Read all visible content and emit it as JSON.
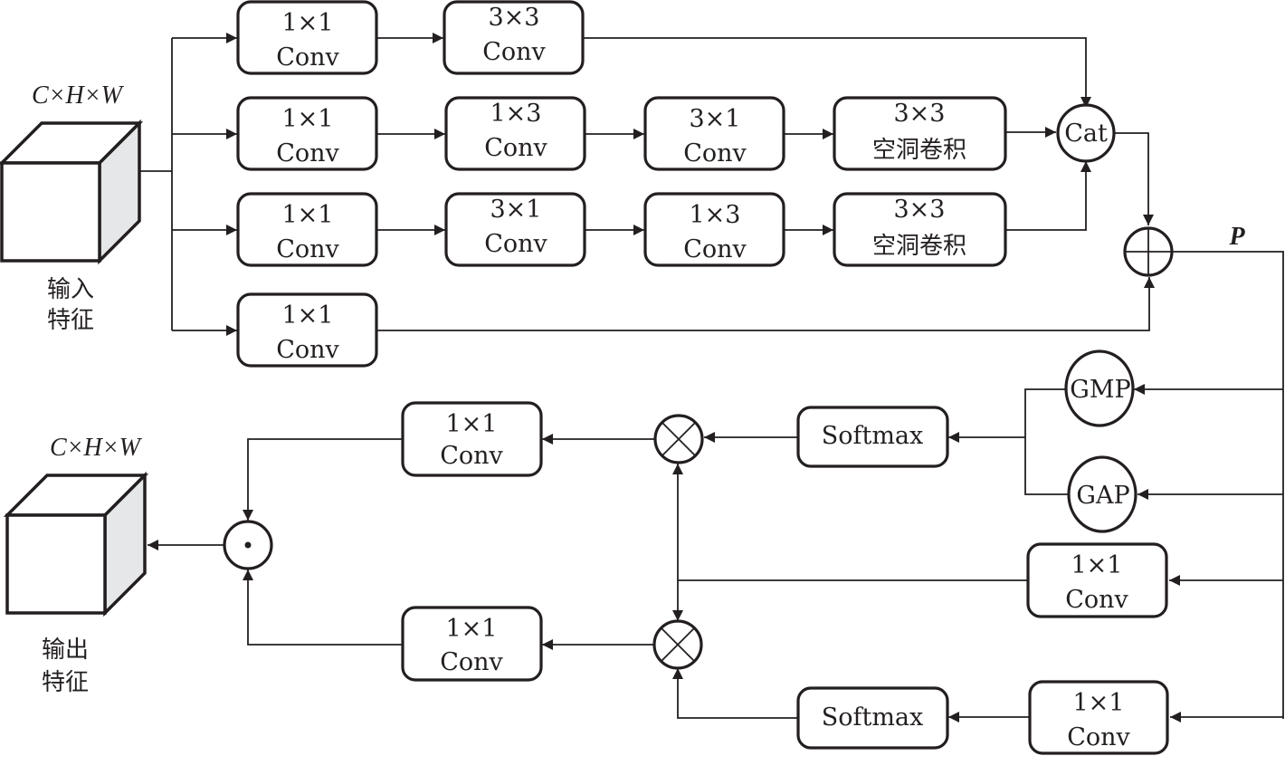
{
  "diagram": {
    "input": {
      "dims": "C×H×W",
      "label_line1": "输入",
      "label_line2": "特征"
    },
    "output": {
      "dims": "C×H×W",
      "label_line1": "输出",
      "label_line2": "特征"
    },
    "branch1": {
      "conv1": {
        "line1": "1×1",
        "line2": "Conv"
      },
      "conv2": {
        "line1": "3×3",
        "line2": "Conv"
      }
    },
    "branch2": {
      "conv1": {
        "line1": "1×1",
        "line2": "Conv"
      },
      "conv2": {
        "line1": "1×3",
        "line2": "Conv"
      },
      "conv3": {
        "line1": "3×1",
        "line2": "Conv"
      },
      "conv4": {
        "line1": "3×3",
        "line2": "空洞卷积"
      }
    },
    "branch3": {
      "conv1": {
        "line1": "1×1",
        "line2": "Conv"
      },
      "conv2": {
        "line1": "3×1",
        "line2": "Conv"
      },
      "conv3": {
        "line1": "1×3",
        "line2": "Conv"
      },
      "conv4": {
        "line1": "3×3",
        "line2": "空洞卷积"
      }
    },
    "branch4": {
      "conv1": {
        "line1": "1×1",
        "line2": "Conv"
      }
    },
    "cat": "Cat",
    "p_label": "P",
    "gmp": "GMP",
    "gap": "GAP",
    "softmax_top": "Softmax",
    "softmax_bottom": "Softmax",
    "attn_conv_mid": {
      "line1": "1×1",
      "line2": "Conv"
    },
    "attn_conv_bottom": {
      "line1": "1×1",
      "line2": "Conv"
    },
    "out_conv_top": {
      "line1": "1×1",
      "line2": "Conv"
    },
    "out_conv_bottom": {
      "line1": "1×1",
      "line2": "Conv"
    },
    "ops": {
      "add": "element-wise sum",
      "mult": "matrix multiplication",
      "hadamard": "element-wise product"
    }
  }
}
